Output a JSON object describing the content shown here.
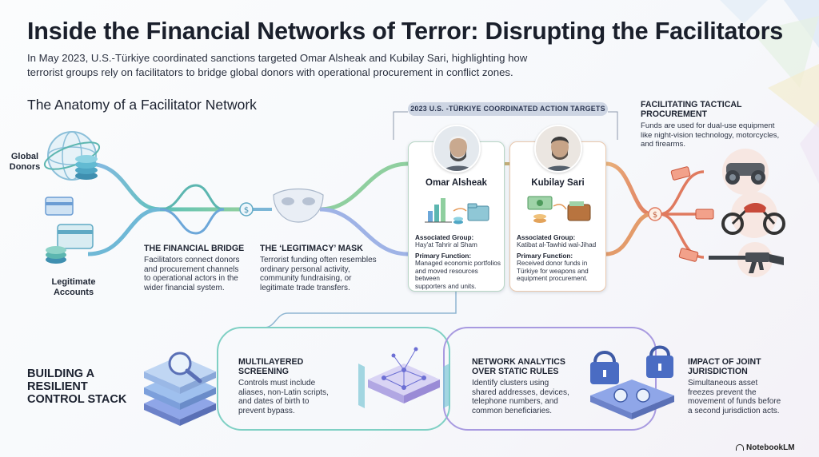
{
  "header": {
    "title": "Inside the Financial Networks of Terror: Disrupting the Facilitators",
    "subtitle_line1": "In May 2023, U.S.-Türkiye coordinated sanctions targeted Omar Alsheak and Kubilay Sari, highlighting how",
    "subtitle_line2": "terrorist groups rely on facilitators to bridge global donors with operational procurement in conflict zones."
  },
  "anatomy": {
    "heading": "The Anatomy of a Facilitator Network",
    "global_donors_line1": "Global",
    "global_donors_line2": "Donors",
    "legit_accounts_line1": "Legitimate",
    "legit_accounts_line2": "Accounts",
    "bridge": {
      "title": "THE FINANCIAL BRIDGE",
      "body_lines": [
        "Facilitators connect donors",
        "and procurement channels",
        "to operational actors in the",
        "wider financial system."
      ]
    },
    "mask": {
      "title": "THE ‘LEGITIMACY’ MASK",
      "body_lines": [
        "Terrorist funding often resembles",
        "ordinary personal activity,",
        "community fundraising, or",
        "legitimate trade transfers."
      ]
    }
  },
  "targets": {
    "banner": "2023 U.S. -TÜRKIYE COORDINATED ACTION TARGETS",
    "group_label": "Associated Group:",
    "function_label": "Primary Function:",
    "cards": [
      {
        "name": "Omar Alsheak",
        "group": "Hay'at Tahrir al Sham",
        "function_lines": [
          "Managed economic portfolios",
          "and moved resources between",
          "supporters and units."
        ]
      },
      {
        "name": "Kubilay Sari",
        "group": "Katibat al-Tawhid wal-Jihad",
        "function_lines": [
          "Received donor funds in",
          "Türkiye for weapons and",
          "equipment procurement."
        ]
      }
    ]
  },
  "procurement": {
    "title_line1": "FACILITATING TACTICAL",
    "title_line2": "PROCUREMENT",
    "body_lines": [
      "Funds are used for dual-use equipment",
      "like night-vision technology, motorcycles,",
      "and firearms."
    ]
  },
  "stack": {
    "heading_lines": [
      "BUILDING A",
      "RESILIENT",
      "CONTROL STACK"
    ],
    "items": [
      {
        "title_lines": [
          "MULTILAYERED",
          "SCREENING"
        ],
        "body_lines": [
          "Controls must include",
          "aliases, non-Latin scripts,",
          "and dates of birth to",
          "prevent bypass."
        ]
      },
      {
        "title_lines": [
          "NETWORK ANALYTICS",
          "OVER STATIC RULES"
        ],
        "body_lines": [
          "Identify clusters using",
          "shared addresses, devices,",
          "telephone numbers, and",
          "common beneficiaries."
        ]
      },
      {
        "title_lines": [
          "IMPACT OF JOINT",
          "JURISDICTION"
        ],
        "body_lines": [
          "Simultaneous asset",
          "freezes prevent the",
          "movement of funds before",
          "a second jurisdiction acts."
        ]
      }
    ]
  },
  "footer": {
    "brand": "NotebookLM"
  },
  "icons": [
    "globe-icon",
    "coin-stack-icon",
    "credit-card-icon",
    "dollar-coin-icon",
    "mask-icon",
    "bar-chart-icon",
    "folder-icon",
    "wallet-icon",
    "cash-icon",
    "night-vision-icon",
    "motorcycle-icon",
    "rifle-icon",
    "magnifier-icon",
    "network-cube-icon",
    "padlock-icon"
  ],
  "colors": {
    "teal": "#5cb6b0",
    "blue": "#6c8fd4",
    "purple": "#9a8bd6",
    "orange": "#e59a5a",
    "red": "#d9534f",
    "dark": "#1c2230"
  }
}
